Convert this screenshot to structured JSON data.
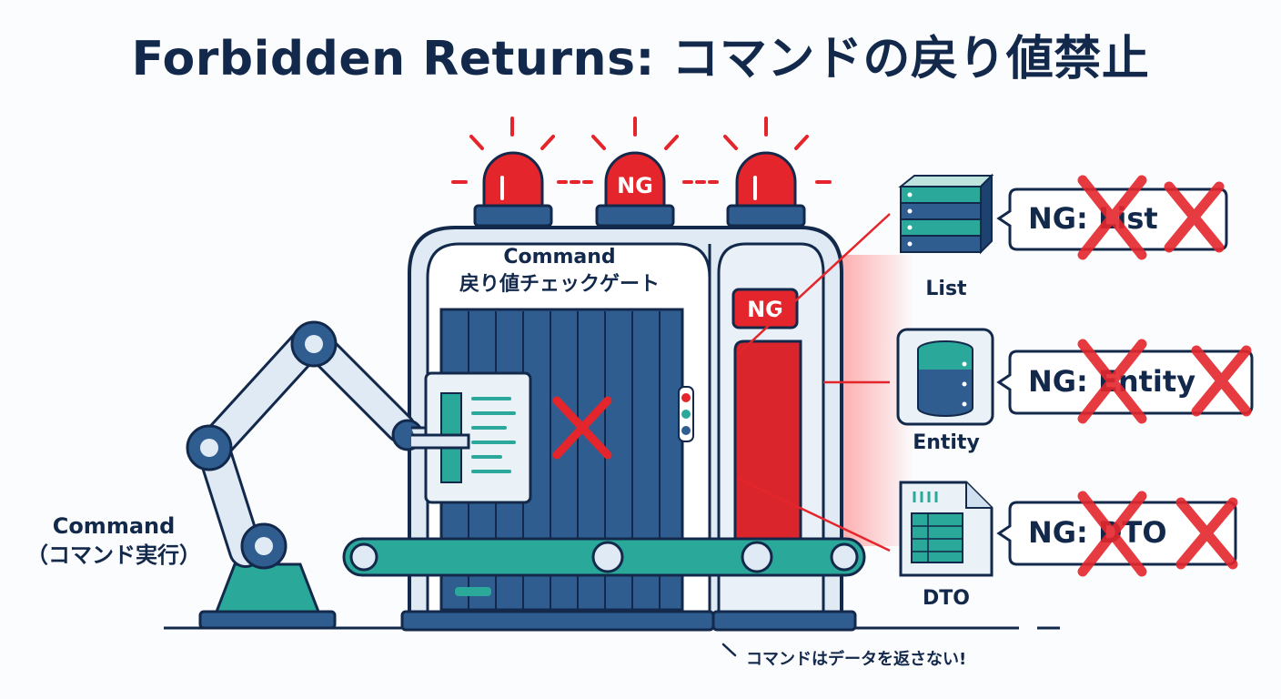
{
  "title": "Forbidden Returns: コマンドの戻り値禁止",
  "gate": {
    "line1": "Command",
    "line2": "戻り値チェックゲート",
    "beacon_label": "NG",
    "panel_label": "NG"
  },
  "robot": {
    "line1": "Command",
    "line2": "（コマンド実行）"
  },
  "outputs": [
    {
      "icon": "server-stack-icon",
      "label": "List",
      "bubble": "NG: List"
    },
    {
      "icon": "database-icon",
      "label": "Entity",
      "bubble": "NG: Entity"
    },
    {
      "icon": "document-table-icon",
      "label": "DTO",
      "bubble": "NG: DTO"
    }
  ],
  "note": "コマンドはデータを返さない!",
  "colors": {
    "navy": "#13294b",
    "alert_red": "#e4262c",
    "gate_blue": "#2f5d8f",
    "teal": "#2aa89a",
    "pale_blue": "#dfeaf5"
  }
}
